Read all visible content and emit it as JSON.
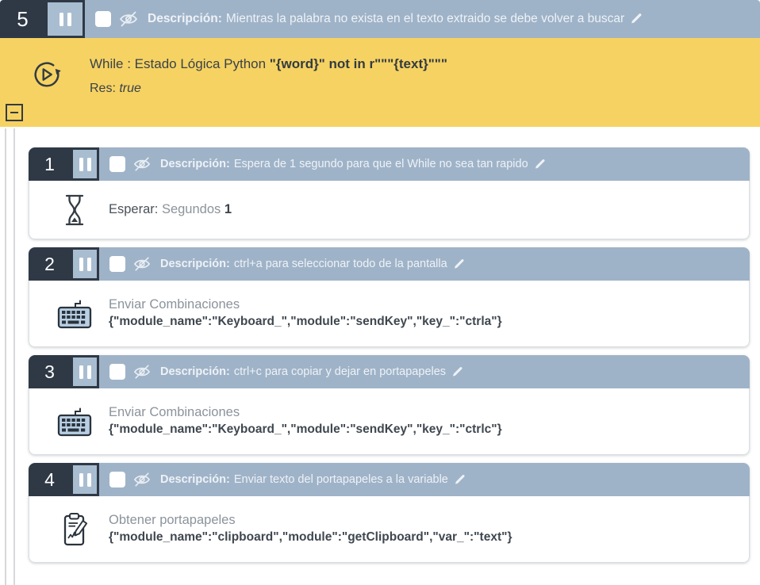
{
  "colors": {
    "header_bg": "#9fb3c8",
    "dark_navy": "#2f3946",
    "pause_bg": "#a9bdd1",
    "while_yellow": "#f6d262",
    "text_dark": "#3a424a",
    "text_gray": "#8b939b",
    "guide_gray": "#d6d8da"
  },
  "while_block": {
    "number": "5",
    "description_label": "Descripción:",
    "description": "Mientras la palabra no exista en el texto extraido se debe volver a buscar",
    "title_regular": "While : Estado Lógica Python ",
    "title_bold": "\"{word}\" not in r\"\"\"{text}\"\"\"",
    "result_label": "Res: ",
    "result_value": "true"
  },
  "steps": [
    {
      "number": "1",
      "description_label": "Descripción:",
      "description": "Espera de 1 segundo para que el While no sea tan rapido",
      "icon": "hourglass-icon",
      "action_label": "Esperar: ",
      "action_unit": "Segundos ",
      "action_value": "1"
    },
    {
      "number": "2",
      "description_label": "Descripción:",
      "description": "ctrl+a para seleccionar todo de la pantalla",
      "icon": "keyboard-icon",
      "action_title": "Enviar Combinaciones",
      "action_code": "{\"module_name\":\"Keyboard_\",\"module\":\"sendKey\",\"key_\":\"ctrla\"}"
    },
    {
      "number": "3",
      "description_label": "Descripción:",
      "description": "ctrl+c para copiar y dejar en portapapeles",
      "icon": "keyboard-icon",
      "action_title": "Enviar Combinaciones",
      "action_code": "{\"module_name\":\"Keyboard_\",\"module\":\"sendKey\",\"key_\":\"ctrlc\"}"
    },
    {
      "number": "4",
      "description_label": "Descripción:",
      "description": "Enviar texto del portapapeles a la variable",
      "icon": "clipboard-icon",
      "action_title": "Obtener portapapeles",
      "action_code": "{\"module_name\":\"clipboard\",\"module\":\"getClipboard\",\"var_\":\"text\"}"
    }
  ]
}
